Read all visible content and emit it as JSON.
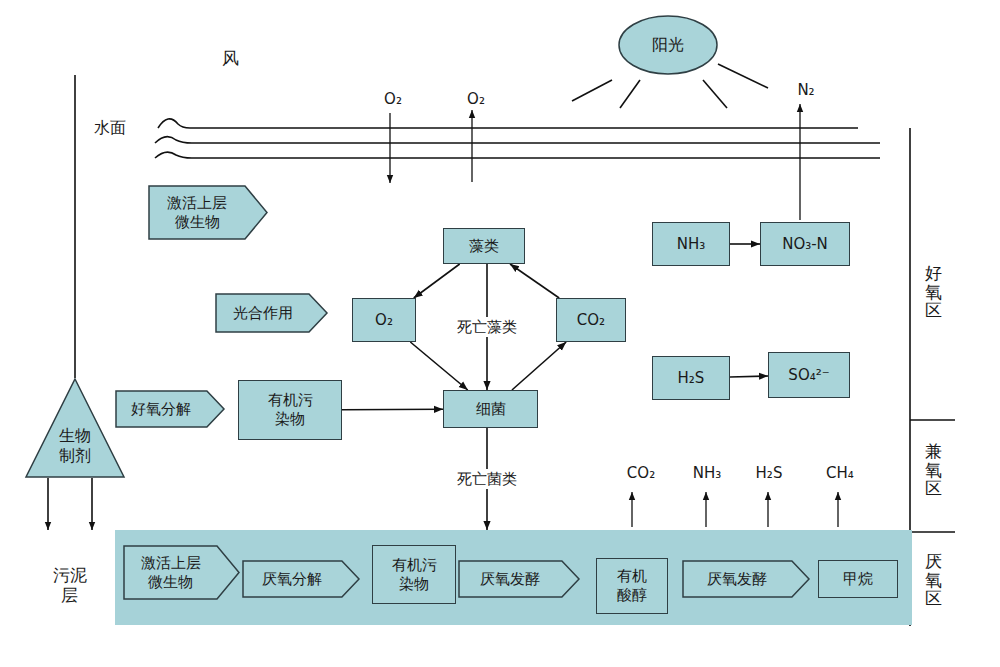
{
  "diagram": {
    "nodes": [
      {
        "text": [
          "阳光"
        ]
      },
      {
        "text": [
          "激活上层微生物"
        ]
      },
      {
        "text": [
          "藻类"
        ]
      },
      {
        "text": [
          "NH₃"
        ]
      },
      {
        "text": [
          "NO₃-N"
        ]
      },
      {
        "text": [
          "光合作用"
        ]
      },
      {
        "text": [
          "O₂"
        ]
      },
      {
        "text": [
          "CO₂"
        ]
      },
      {
        "text": [
          "H₂S"
        ]
      },
      {
        "text": [
          "SO₄²⁻"
        ]
      },
      {
        "text": [
          "好氧分解"
        ]
      },
      {
        "text": [
          "有机污染物"
        ]
      },
      {
        "text": [
          "细菌"
        ]
      },
      {
        "text": [
          "生物制剂"
        ]
      },
      {
        "text": []
      },
      {
        "text": [
          "激活上层微生物"
        ],
        "in": 14
      },
      {
        "text": [
          "厌氧分解"
        ],
        "in": 14
      },
      {
        "text": [
          "有机污染物"
        ],
        "in": 14
      },
      {
        "text": [
          "厌氧发酵"
        ],
        "in": 14
      },
      {
        "text": [
          "有机酸醇"
        ],
        "in": 14
      },
      {
        "text": [
          "厌氧发酵"
        ],
        "in": 14
      },
      {
        "text": [
          "甲烷"
        ],
        "in": 14
      }
    ],
    "edges": [
      {
        "from": 2,
        "to": 6,
        "arrow": "to"
      },
      {
        "from": 2,
        "to": 12,
        "label": "死亡藻类",
        "arrow": "to"
      },
      {
        "from": 7,
        "to": 2,
        "arrow": "to"
      },
      {
        "from": 6,
        "to": 12,
        "arrow": "to"
      },
      {
        "from": 11,
        "to": 12,
        "arrow": "to"
      },
      {
        "from": 12,
        "to": 7,
        "arrow": "to"
      },
      {
        "from": 12,
        "to": 14,
        "label": "死亡菌类",
        "arrow": "to"
      },
      {
        "from": 3,
        "to": 4,
        "arrow": "to"
      },
      {
        "from": 8,
        "to": 9,
        "arrow": "to"
      }
    ],
    "labels": [
      "风",
      "水面",
      "O₂",
      "O₂",
      "N₂",
      "CO₂",
      "NH₃",
      "H₂S",
      "CH₄",
      "好氧区",
      "兼氧区",
      "厌氧区",
      "污泥层"
    ]
  }
}
